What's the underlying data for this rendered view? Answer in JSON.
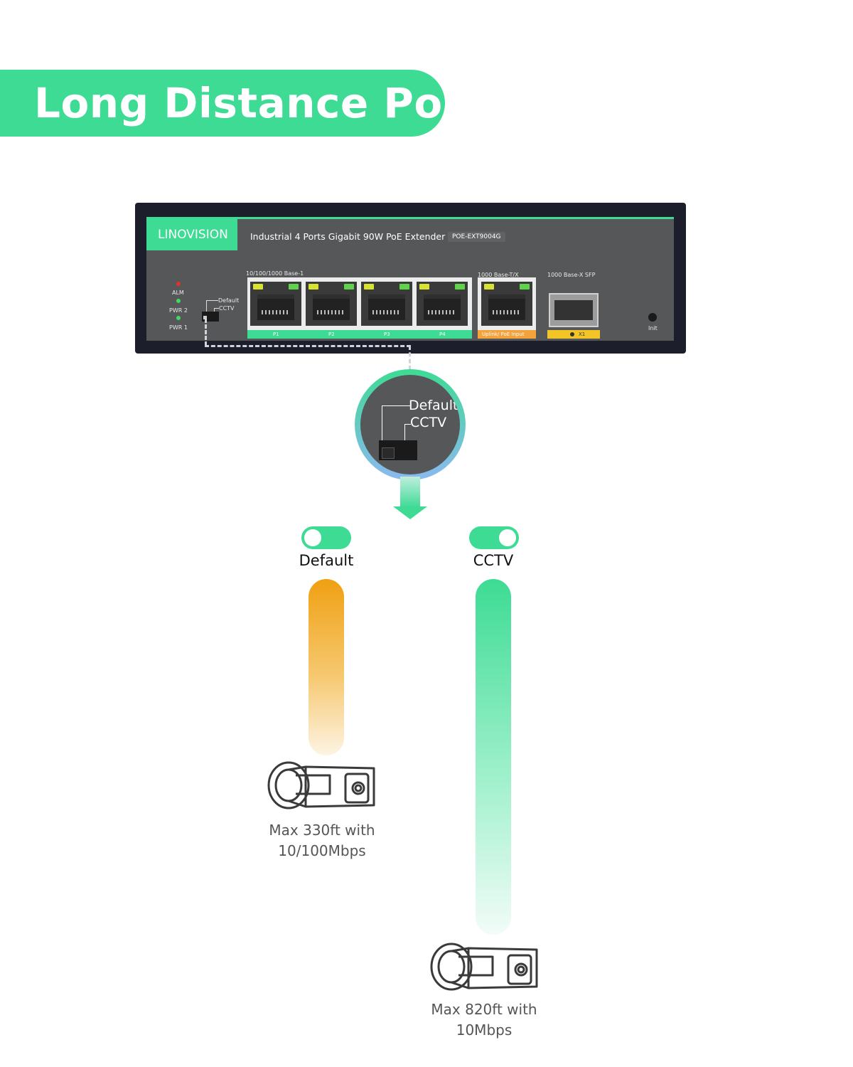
{
  "banner": {
    "title": "Long Distance PoE"
  },
  "device": {
    "brand": "LINOVISION",
    "product_name": "Industrial 4 Ports Gigabit 90W PoE Extender",
    "model": "POE-EXT9004G",
    "leds": {
      "alm": "ALM",
      "pwr2": "PWR 2",
      "pwr1": "PWR 1"
    },
    "switch_labels": {
      "default": "Default",
      "cctv": "CCTV"
    },
    "port_group_label": "10/100/1000 Base-1",
    "ports": [
      "P1",
      "P2",
      "P3",
      "P4"
    ],
    "uplink_group_label": "1000 Base-T/X",
    "uplink_label": "Uplink/ PoE Input",
    "sfp_group_label": "1000 Base-X SFP",
    "sfp_label": "X1",
    "init_label": "Init",
    "colors": {
      "accent": "#3ddb94",
      "panel": "#555759",
      "uplink": "#f4a23b",
      "sfp": "#f2c425"
    }
  },
  "zoom": {
    "default_label": "Default",
    "cctv_label": "CCTV"
  },
  "modes": {
    "default": {
      "label": "Default",
      "caption_line1": "Max 330ft with",
      "caption_line2": "10/100Mbps",
      "bar_color": "#f0a012"
    },
    "cctv": {
      "label": "CCTV",
      "caption_line1": "Max 820ft with",
      "caption_line2": "10Mbps",
      "bar_color": "#3ddb94"
    }
  },
  "icons": [
    "camera-icon",
    "toggle-switch-icon",
    "down-arrow-icon"
  ]
}
